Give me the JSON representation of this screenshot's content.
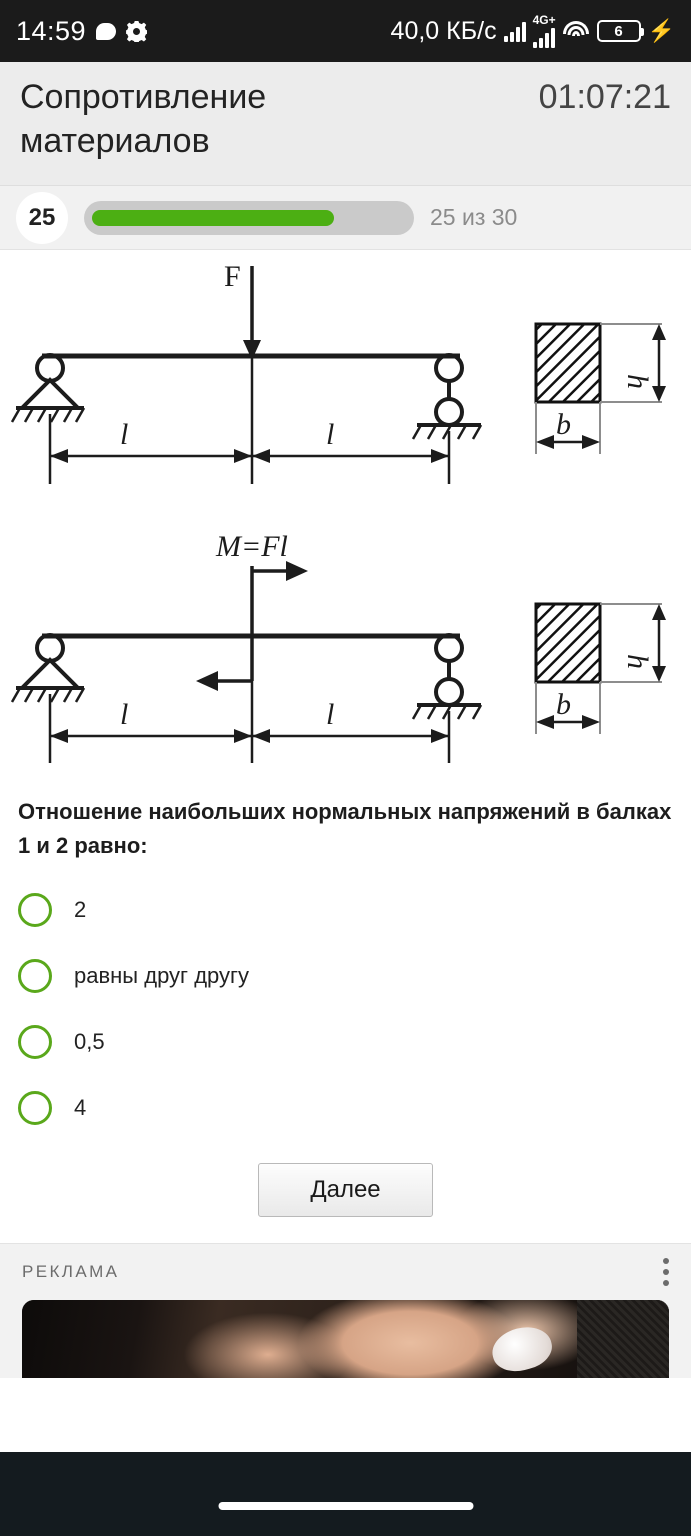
{
  "status_bar": {
    "time": "14:59",
    "chat_icon": "chat-bubble-icon",
    "settings_icon": "gear-icon",
    "network_speed": "40,0 КБ/c",
    "signal_icon": "signal-bars-icon",
    "network_type": "4G+",
    "wifi_icon": "wifi-icon",
    "battery_level": "6",
    "charging_icon": "lightning-bolt-icon"
  },
  "header": {
    "title": "Сопротивление материалов",
    "timer": "01:07:21"
  },
  "progress": {
    "question_number": "25",
    "counter_label": "25 из 30",
    "percent": 77,
    "fill_color": "#4caf13",
    "track_color": "#cacaca"
  },
  "figure": {
    "beam1": {
      "force_label": "F",
      "span_left_label": "l",
      "span_right_label": "l",
      "section_height_label": "h",
      "section_width_label": "b"
    },
    "beam2": {
      "moment_label": "M=Fl",
      "span_left_label": "l",
      "span_right_label": "l",
      "section_height_label": "h",
      "section_width_label": "b"
    }
  },
  "question": {
    "text": "Отношение наибольших нормальных напряжений в балках 1 и 2 равно:"
  },
  "options": [
    {
      "label": "2",
      "selected": false
    },
    {
      "label": "равны друг другу",
      "selected": false
    },
    {
      "label": "0,5",
      "selected": false
    },
    {
      "label": "4",
      "selected": false
    }
  ],
  "next_button": {
    "label": "Далее"
  },
  "ad": {
    "label": "РЕКЛАМА",
    "menu_icon": "overflow-menu-icon"
  },
  "nav": {
    "home_indicator": "home-indicator"
  }
}
